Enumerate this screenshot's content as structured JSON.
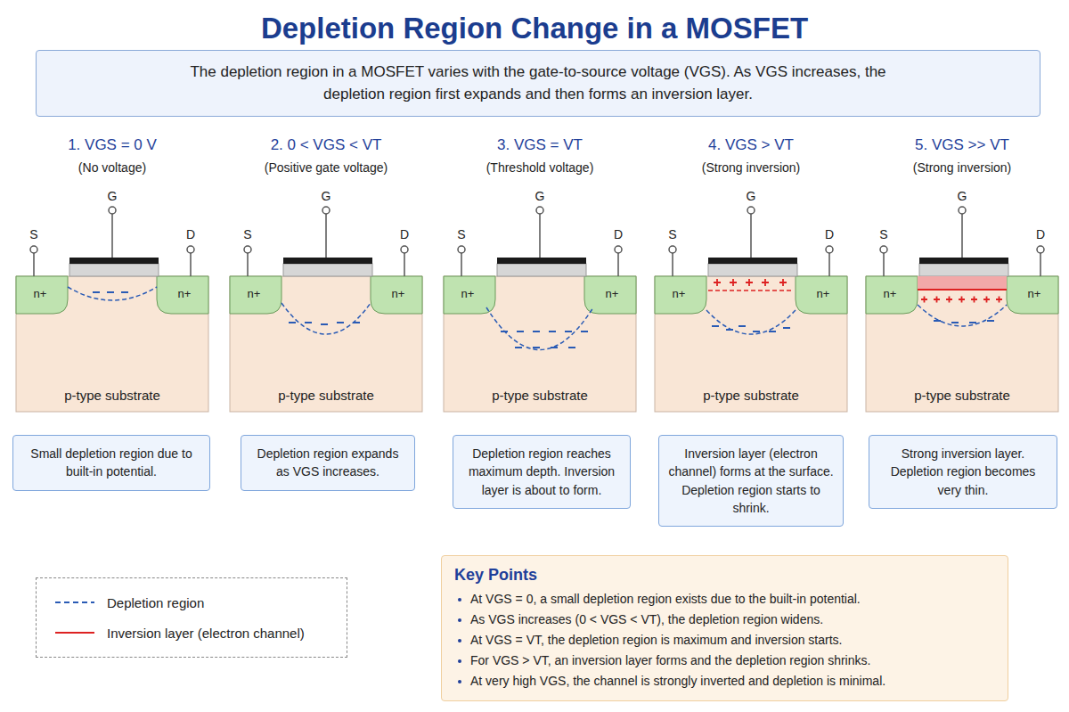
{
  "diagram": {
    "title": "Depletion Region Change in a MOSFET",
    "nodes": [
      {
        "text": [
          "The depletion region in a MOSFET varies with the gate-to-source voltage (VGS). As VGS increases, the depletion region first expands and then forms an inversion layer."
        ]
      },
      {
        "text": [
          "Small depletion region due to built-in potential."
        ]
      },
      {
        "text": [
          "Depletion region expands as VGS increases."
        ]
      },
      {
        "text": [
          "Depletion region reaches maximum depth. Inversion layer is about to form."
        ]
      },
      {
        "text": [
          "Inversion layer (electron channel) forms at the surface. Depletion region starts to shrink."
        ]
      },
      {
        "text": [
          "Strong inversion layer. Depletion region becomes very thin."
        ]
      },
      {
        "text": [
          "Key Points",
          "At VGS = 0, a small depletion region exists due to the built-in potential.",
          "As VGS increases (0 < VGS < VT), the depletion region widens.",
          "At VGS = VT, the depletion region is maximum and inversion starts.",
          "For VGS > VT, an inversion layer forms and the depletion region shrinks.",
          "At very high VGS, the channel is strongly inverted and depletion is minimal."
        ]
      }
    ],
    "labels": [
      "1. VGS = 0 V",
      "(No voltage)",
      "S",
      "G",
      "D",
      "n+",
      "n+",
      "p-type substrate",
      "2. 0 < VGS < VT",
      "(Positive gate voltage)",
      "S",
      "G",
      "D",
      "n+",
      "n+",
      "p-type substrate",
      "3. VGS = VT",
      "(Threshold voltage)",
      "S",
      "G",
      "D",
      "n+",
      "n+",
      "p-type substrate",
      "4. VGS > VT",
      "(Strong inversion)",
      "S",
      "G",
      "D",
      "n+",
      "n+",
      "p-type substrate",
      "5. VGS >> VT",
      "(Strong inversion)",
      "S",
      "G",
      "D",
      "n+",
      "n+",
      "p-type substrate"
    ],
    "legend": [
      {
        "text": "Depletion region"
      },
      {
        "text": "Inversion layer (electron channel)"
      }
    ]
  }
}
